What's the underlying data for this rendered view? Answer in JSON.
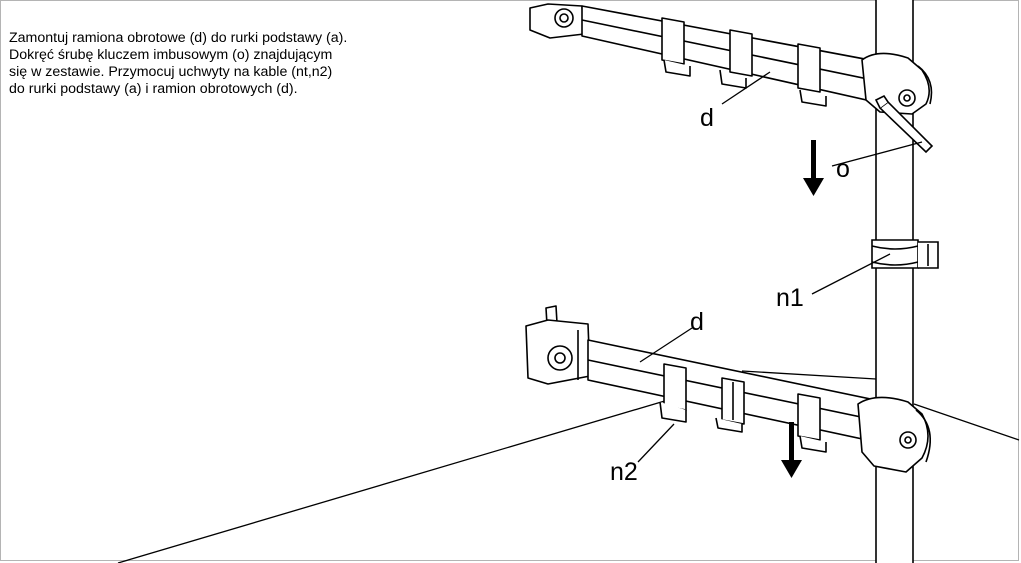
{
  "instructions": {
    "lines": [
      "Zamontuj ramiona obrotowe (d) do rurki podstawy (a).",
      "Dokręć śrubę kluczem imbusowym (o) znajdującym",
      "się w zestawie. Przymocuj uchwyty na kable (nt,n2)",
      "do rurki podstawy (a) i ramion obrotowych (d)."
    ]
  },
  "labels": {
    "upper_arm": "d",
    "hex_key": "o",
    "cable_holder_1": "n1",
    "lower_arm": "d",
    "cable_holder_2": "n2"
  },
  "colors": {
    "line": "#000000",
    "frame": "#b4b4b4",
    "background": "#ffffff",
    "metal_fill": "#ffffff"
  }
}
